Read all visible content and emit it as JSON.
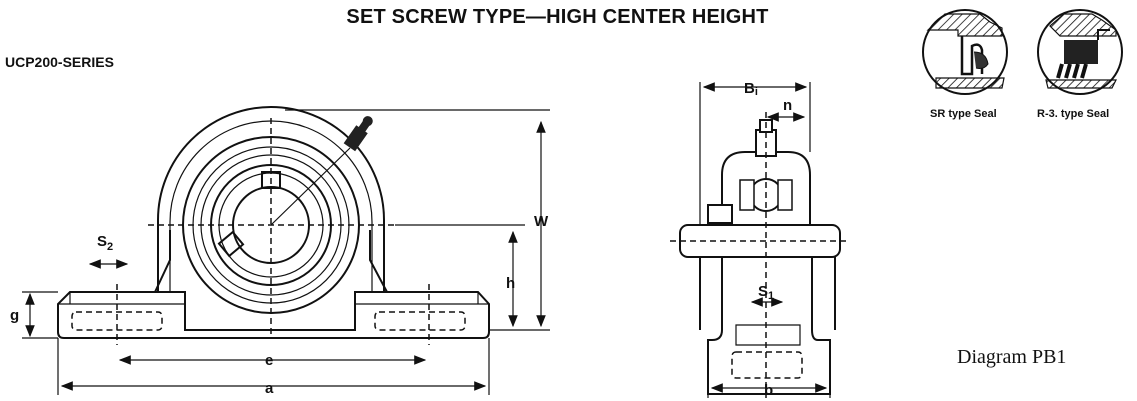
{
  "title": "SET SCREW TYPE—HIGH CENTER HEIGHT",
  "series": "UCP200-SERIES",
  "caption": "Diagram PB1",
  "dimensions": {
    "S2": "S",
    "S2_sub": "2",
    "g": "g",
    "e": "e",
    "a": "a",
    "h": "h",
    "W": "W",
    "Bi": "B",
    "Bi_sub": "i",
    "n": "n",
    "S1": "S",
    "S1_sub": "1",
    "b": "b"
  },
  "seals": {
    "sr": "SR type Seal",
    "r3": "R-3. type Seal"
  }
}
